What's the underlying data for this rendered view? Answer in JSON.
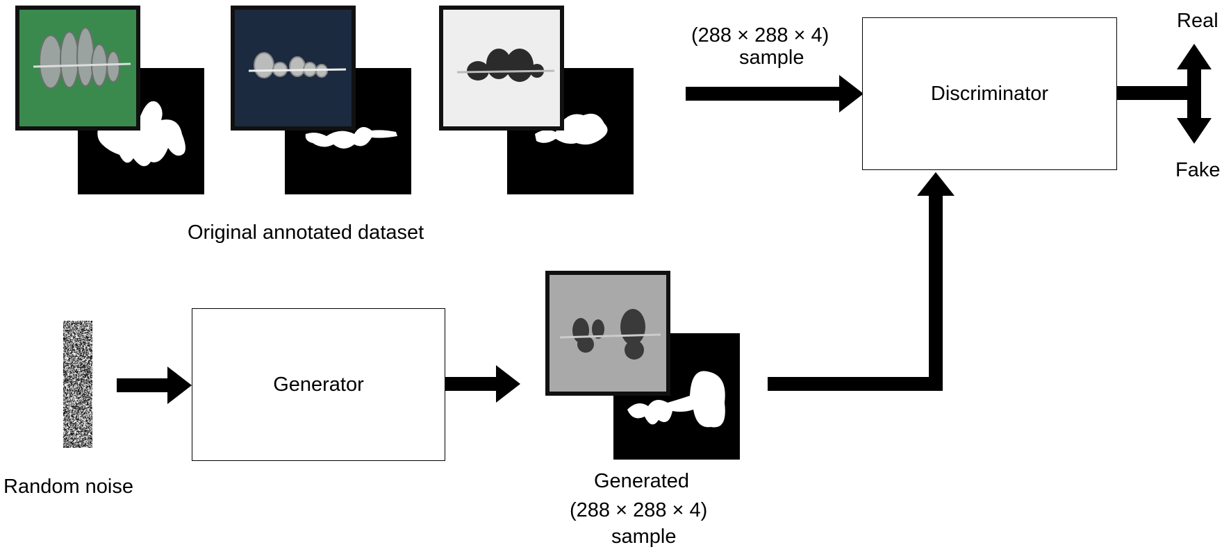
{
  "real_pairs": {
    "label": "Original annotated dataset",
    "items": [
      {
        "photo_color": "#3a8a4e"
      },
      {
        "photo_color": "#1c2a40"
      },
      {
        "photo_color": "#eeeeee"
      }
    ]
  },
  "discriminator": {
    "label": "Discriminator",
    "input_label_line1": "(288 × 288 × 4)",
    "input_label_line2": "sample",
    "output_real": "Real",
    "output_fake": "Fake"
  },
  "generator": {
    "label": "Generator",
    "noise_label": "Random noise"
  },
  "generated_sample": {
    "label_line1": "Generated",
    "label_line2": "(288 × 288 × 4)",
    "label_line3": "sample",
    "photo_color": "#a9a9a9"
  }
}
